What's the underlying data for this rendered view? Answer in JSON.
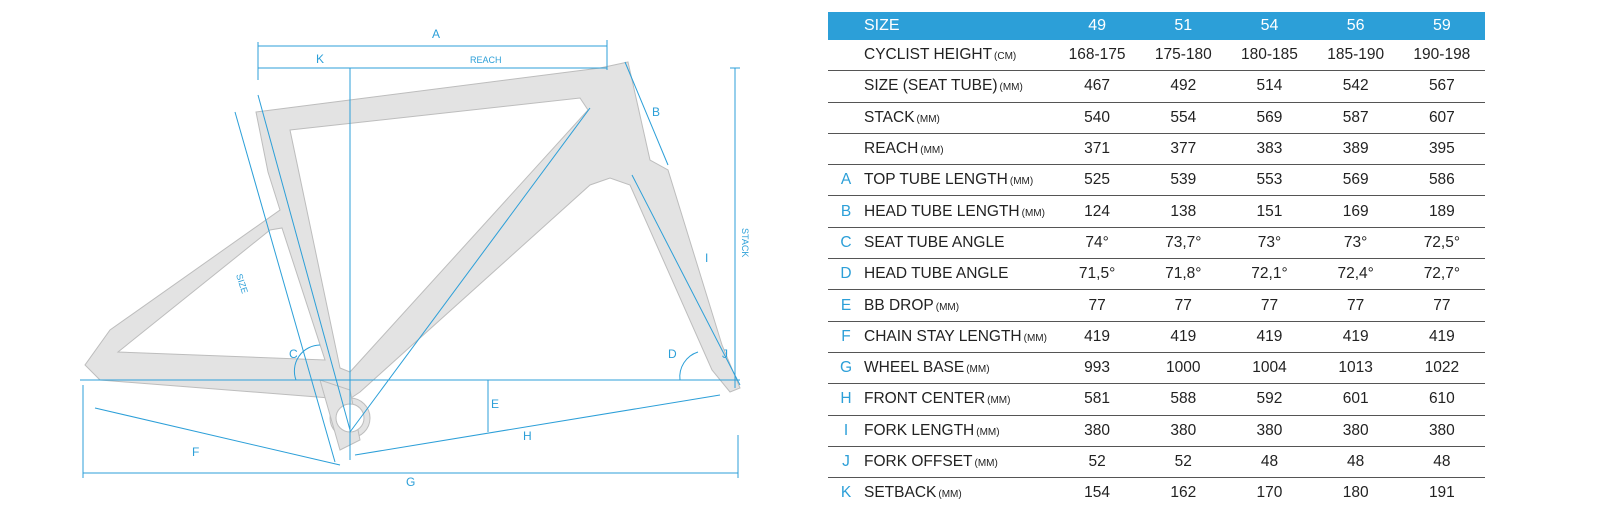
{
  "diagram": {
    "labels": {
      "A": "A",
      "K": "K",
      "reach": "REACH",
      "B": "B",
      "stack": "STACK",
      "I": "I",
      "size": "SIZE",
      "C": "C",
      "D": "D",
      "J": "J",
      "E": "E",
      "F": "F",
      "H": "H",
      "G": "G"
    },
    "accent_color": "#2c9fd8",
    "frame_color": "#e3e3e3"
  },
  "table": {
    "header": {
      "label": "SIZE",
      "sizes": [
        "49",
        "51",
        "54",
        "56",
        "59"
      ]
    },
    "rows": [
      {
        "letter": "",
        "label": "CYCLIST HEIGHT",
        "unit": "(CM)",
        "values": [
          "168-175",
          "175-180",
          "180-185",
          "185-190",
          "190-198"
        ]
      },
      {
        "letter": "",
        "label": "SIZE (SEAT TUBE)",
        "unit": "(MM)",
        "values": [
          "467",
          "492",
          "514",
          "542",
          "567"
        ]
      },
      {
        "letter": "",
        "label": "STACK",
        "unit": "(MM)",
        "values": [
          "540",
          "554",
          "569",
          "587",
          "607"
        ]
      },
      {
        "letter": "",
        "label": "REACH",
        "unit": "(MM)",
        "values": [
          "371",
          "377",
          "383",
          "389",
          "395"
        ]
      },
      {
        "letter": "A",
        "label": "TOP TUBE LENGTH",
        "unit": "(MM)",
        "values": [
          "525",
          "539",
          "553",
          "569",
          "586"
        ]
      },
      {
        "letter": "B",
        "label": "HEAD TUBE LENGTH",
        "unit": "(MM)",
        "values": [
          "124",
          "138",
          "151",
          "169",
          "189"
        ]
      },
      {
        "letter": "C",
        "label": "SEAT TUBE ANGLE",
        "unit": "",
        "values": [
          "74°",
          "73,7°",
          "73°",
          "73°",
          "72,5°"
        ]
      },
      {
        "letter": "D",
        "label": "HEAD TUBE ANGLE",
        "unit": "",
        "values": [
          "71,5°",
          "71,8°",
          "72,1°",
          "72,4°",
          "72,7°"
        ]
      },
      {
        "letter": "E",
        "label": "BB DROP",
        "unit": "(MM)",
        "values": [
          "77",
          "77",
          "77",
          "77",
          "77"
        ]
      },
      {
        "letter": "F",
        "label": "CHAIN STAY LENGTH",
        "unit": "(MM)",
        "values": [
          "419",
          "419",
          "419",
          "419",
          "419"
        ]
      },
      {
        "letter": "G",
        "label": "WHEEL BASE",
        "unit": "(MM)",
        "values": [
          "993",
          "1000",
          "1004",
          "1013",
          "1022"
        ]
      },
      {
        "letter": "H",
        "label": "FRONT CENTER",
        "unit": "(MM)",
        "values": [
          "581",
          "588",
          "592",
          "601",
          "610"
        ]
      },
      {
        "letter": "I",
        "label": "FORK LENGTH",
        "unit": "(MM)",
        "values": [
          "380",
          "380",
          "380",
          "380",
          "380"
        ]
      },
      {
        "letter": "J",
        "label": "FORK OFFSET",
        "unit": "(MM)",
        "values": [
          "52",
          "52",
          "48",
          "48",
          "48"
        ]
      },
      {
        "letter": "K",
        "label": "SETBACK",
        "unit": "(MM)",
        "values": [
          "154",
          "162",
          "170",
          "180",
          "191"
        ]
      }
    ]
  }
}
